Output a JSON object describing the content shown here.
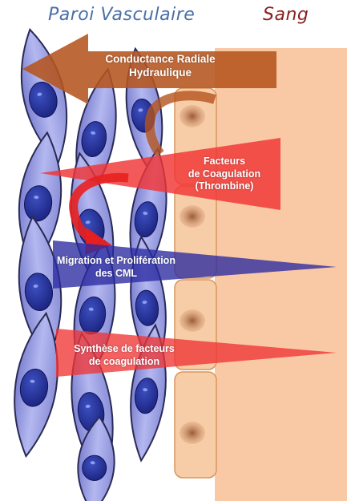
{
  "header": {
    "left_title": "Paroi Vasculaire",
    "right_title": "Sang"
  },
  "labels": {
    "conductance": [
      "Conductance Radiale",
      "Hydraulique"
    ],
    "coagulation": [
      "Facteurs",
      "de Coagulation",
      "(Thrombine)"
    ],
    "migration": [
      "Migration et Prolifération",
      "des CML"
    ],
    "synthese": [
      "Synthèse de facteurs",
      "de coagulation"
    ]
  },
  "colors": {
    "title_left": "#4a6fa8",
    "title_right": "#8b1f1f",
    "blood": "#f9c9a6",
    "endothelium": "#f7cda8",
    "cell_fill": "#9a9fe0",
    "nucleus": "#283593",
    "arrow_brown": "#b5541e",
    "arrow_red": "#f03535",
    "arrow_blue": "#2a2aa0"
  },
  "icons": {
    "smooth_muscle_cell": "smooth-muscle-cell-icon",
    "endothelial_cell": "endothelial-cell-icon"
  }
}
